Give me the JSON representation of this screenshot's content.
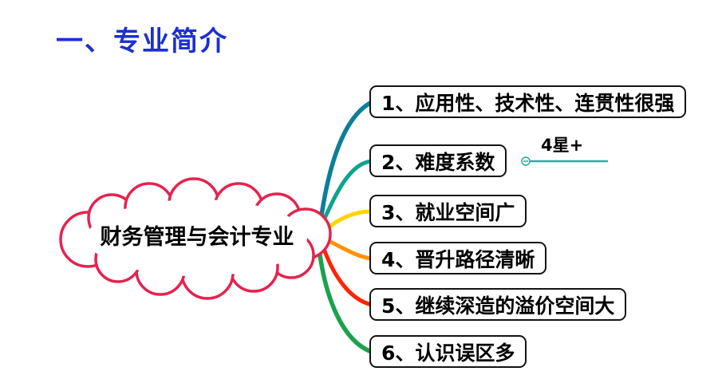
{
  "slide": {
    "title": "一、专业简介",
    "title_color": "#1C2FD4",
    "background_color": "#FFFFFF"
  },
  "mindmap": {
    "root": {
      "label": "财务管理与会计专业",
      "outline_color": "#E6224E",
      "text_color": "#000000"
    },
    "node_border_color": "#141414",
    "branches": [
      {
        "label": "1、应用性、技术性、连贯性很强",
        "color": "#0C7E99"
      },
      {
        "label": "2、难度系数",
        "color": "#0FA38E",
        "child": {
          "label": "4星+",
          "line_color": "#27ADA4"
        }
      },
      {
        "label": "3、就业空间广",
        "color": "#FFD400"
      },
      {
        "label": "4、晋升路径清晰",
        "color": "#FF9100"
      },
      {
        "label": "5、继续深造的溢价空间大",
        "color": "#FF2400"
      },
      {
        "label": "6、认识误区多",
        "color": "#1CA24E"
      }
    ]
  }
}
